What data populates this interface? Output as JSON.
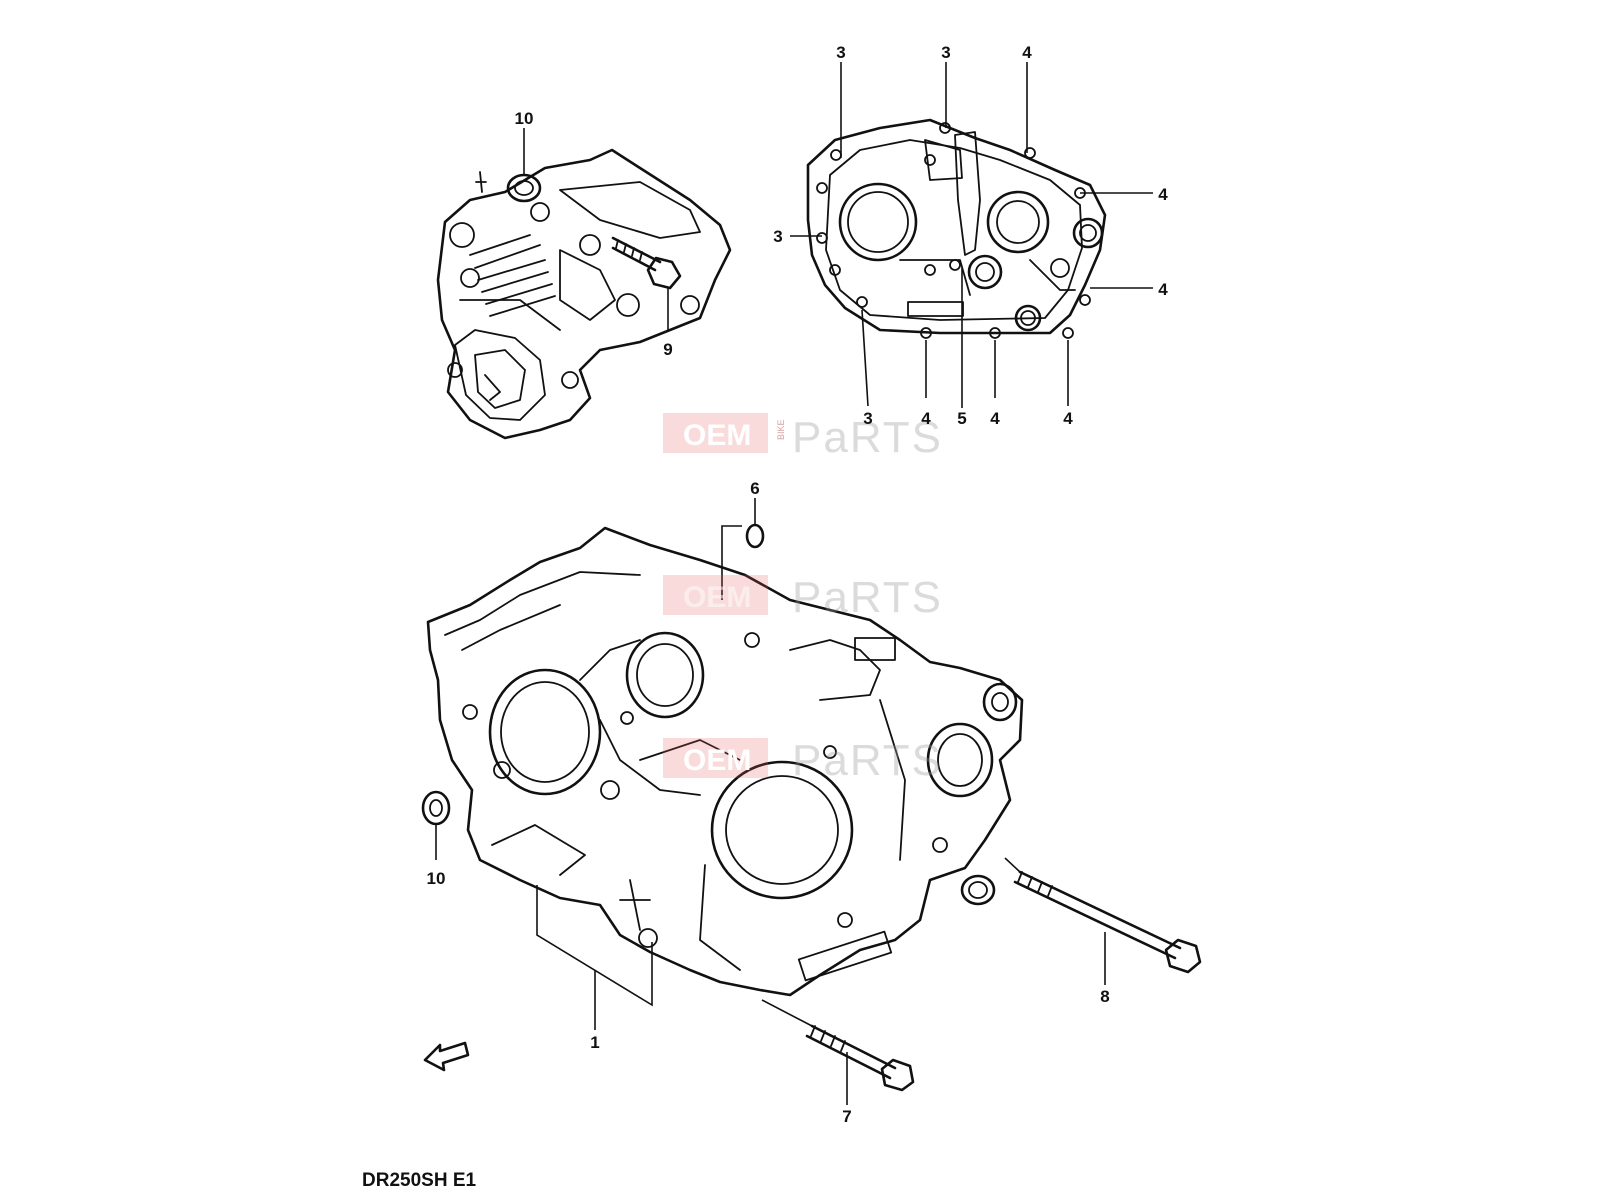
{
  "model_label": "DR250SH E1",
  "watermark": {
    "oem": "OEM",
    "bike": "BIKE",
    "parts": "PaRTS"
  },
  "callouts": {
    "c1": "1",
    "c3a": "3",
    "c3b": "3",
    "c3c": "3",
    "c3d": "3",
    "c4a": "4",
    "c4b": "4",
    "c4c": "4",
    "c4d": "4",
    "c4e": "4",
    "c4f": "4",
    "c5": "5",
    "c6": "6",
    "c7": "7",
    "c8": "8",
    "c9": "9",
    "c10a": "10",
    "c10b": "10"
  },
  "colors": {
    "ink": "#111111",
    "watermark_red": "#e35d5d",
    "watermark_grey": "#9a9a9a"
  }
}
